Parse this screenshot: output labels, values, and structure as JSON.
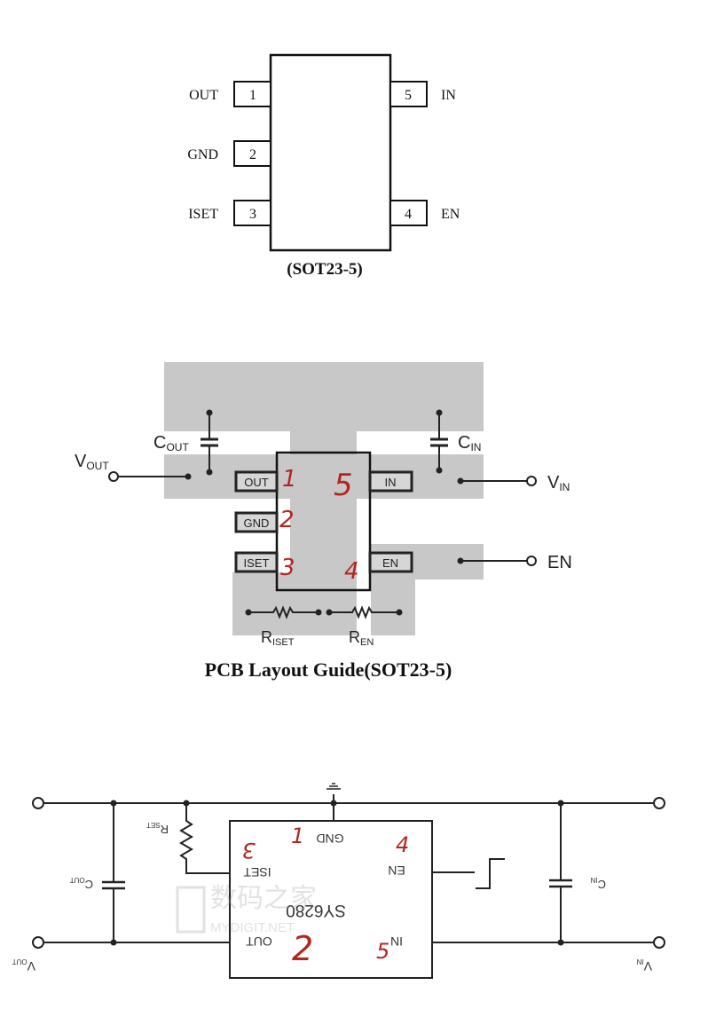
{
  "pinout": {
    "pins": [
      {
        "num": "1",
        "name": "OUT"
      },
      {
        "num": "2",
        "name": "GND"
      },
      {
        "num": "3",
        "name": "ISET"
      },
      {
        "num": "4",
        "name": "EN"
      },
      {
        "num": "5",
        "name": "IN"
      }
    ],
    "package": "(SOT23-5)"
  },
  "layout": {
    "title": "PCB Layout Guide(SOT23-5)",
    "vout": {
      "main": "V",
      "sub": "OUT"
    },
    "vin": {
      "main": "V",
      "sub": "IN"
    },
    "en": "EN",
    "cout": {
      "main": "C",
      "sub": "OUT"
    },
    "cin": {
      "main": "C",
      "sub": "IN"
    },
    "riset": {
      "main": "R",
      "sub": "ISET"
    },
    "ren": {
      "main": "R",
      "sub": "EN"
    },
    "pads": {
      "out": "OUT",
      "gnd": "GND",
      "iset": "ISET",
      "in": "IN",
      "en": "EN"
    },
    "handwritten": {
      "p1": "1",
      "p2": "2",
      "p3": "3",
      "p4": "4",
      "p5": "5"
    },
    "copper_color": "#c8c8c8"
  },
  "schematic": {
    "chip": "SY6280",
    "pins": {
      "gnd": "GND",
      "iset": "ISET",
      "en": "EN",
      "out": "OUT",
      "in": "IN"
    },
    "vout": {
      "main": "V",
      "sub": "OUT"
    },
    "vin": {
      "main": "V",
      "sub": "IN"
    },
    "cout": {
      "main": "C",
      "sub": "OUT"
    },
    "cin": {
      "main": "C",
      "sub": "IN"
    },
    "rset": {
      "main": "R",
      "sub": "SET"
    },
    "handwritten": {
      "p1": "1",
      "p2": "2",
      "p3": "3",
      "p4": "4",
      "p5": "5"
    },
    "watermark": {
      "cn": "数码之家",
      "en": "MYDIGIT.NET"
    }
  }
}
